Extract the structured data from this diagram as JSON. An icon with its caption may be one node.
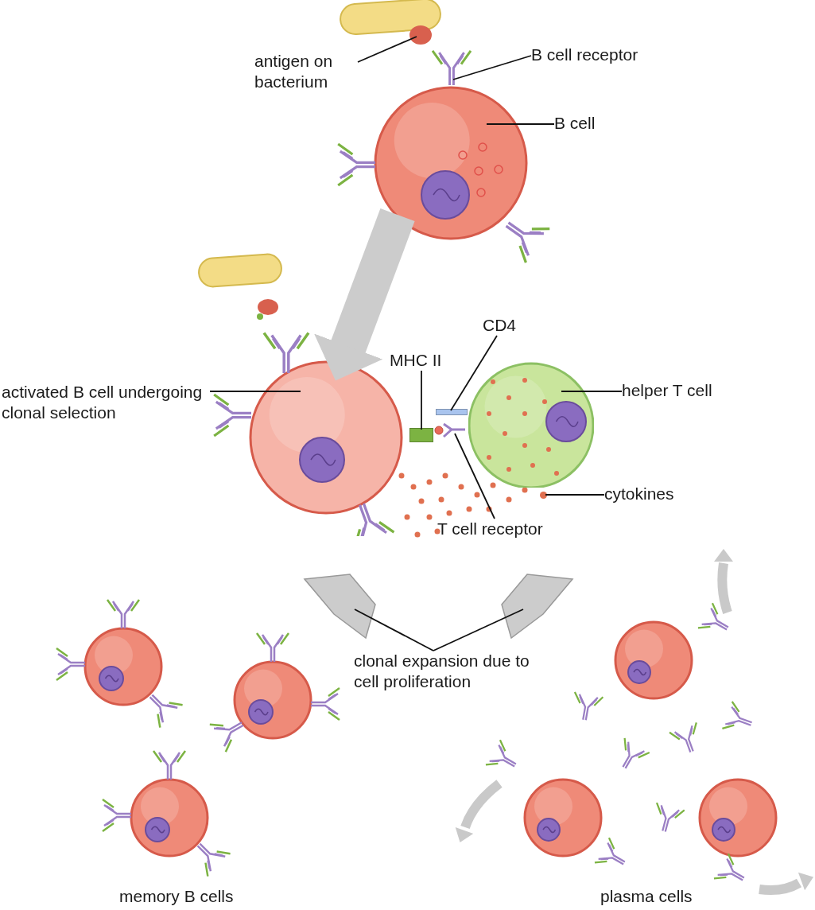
{
  "diagram": {
    "nodes": [
      {
        "text": [
          "antigen on bacterium"
        ]
      },
      {
        "text": [],
        "shape": "circle"
      },
      {
        "text": [
          "B cell receptor"
        ]
      },
      {
        "text": [],
        "shape": "picture"
      },
      {
        "text": [
          "B cell"
        ]
      },
      {
        "text": [],
        "shape": "picture"
      },
      {
        "text": [
          "activated B cell undergoing clonal selection"
        ]
      },
      {
        "text": [],
        "shape": "picture"
      },
      {
        "text": [
          "MHC II"
        ]
      },
      {
        "text": [],
        "shape": "box"
      },
      {
        "text": [
          "CD4"
        ]
      },
      {
        "text": [],
        "shape": "box"
      },
      {
        "text": [
          "helper T cell"
        ]
      },
      {
        "text": [],
        "shape": "picture"
      },
      {
        "text": [
          "cytokines"
        ]
      },
      {
        "text": [],
        "shape": "circle"
      },
      {
        "text": [
          "T cell receptor"
        ]
      },
      {
        "text": [],
        "shape": "picture"
      },
      {
        "text": [
          "clonal expansion due to cell proliferation"
        ]
      },
      {
        "text": [],
        "shape": "picture"
      },
      {
        "text": [],
        "shape": "picture"
      }
    ],
    "edges": [
      {
        "from": 0,
        "to": 1,
        "arrow": "none"
      },
      {
        "from": 2,
        "to": 3,
        "arrow": "none"
      },
      {
        "from": 4,
        "to": 5,
        "arrow": "none"
      },
      {
        "from": 6,
        "to": 7,
        "arrow": "none"
      },
      {
        "from": 8,
        "to": 9,
        "arrow": "none"
      },
      {
        "from": 10,
        "to": 11,
        "arrow": "none"
      },
      {
        "from": 12,
        "to": 13,
        "arrow": "none"
      },
      {
        "from": 14,
        "to": 15,
        "arrow": "none"
      },
      {
        "from": 16,
        "to": 17,
        "arrow": "none"
      },
      {
        "from": 18,
        "to": 19,
        "arrow": "none"
      },
      {
        "from": 18,
        "to": 20,
        "arrow": "none"
      },
      {
        "from": 5,
        "to": 7,
        "arrow": "to",
        "style": "thick",
        "color": "#cccccc"
      }
    ],
    "labels": [
      "memory B cells",
      "plasma cells"
    ]
  }
}
